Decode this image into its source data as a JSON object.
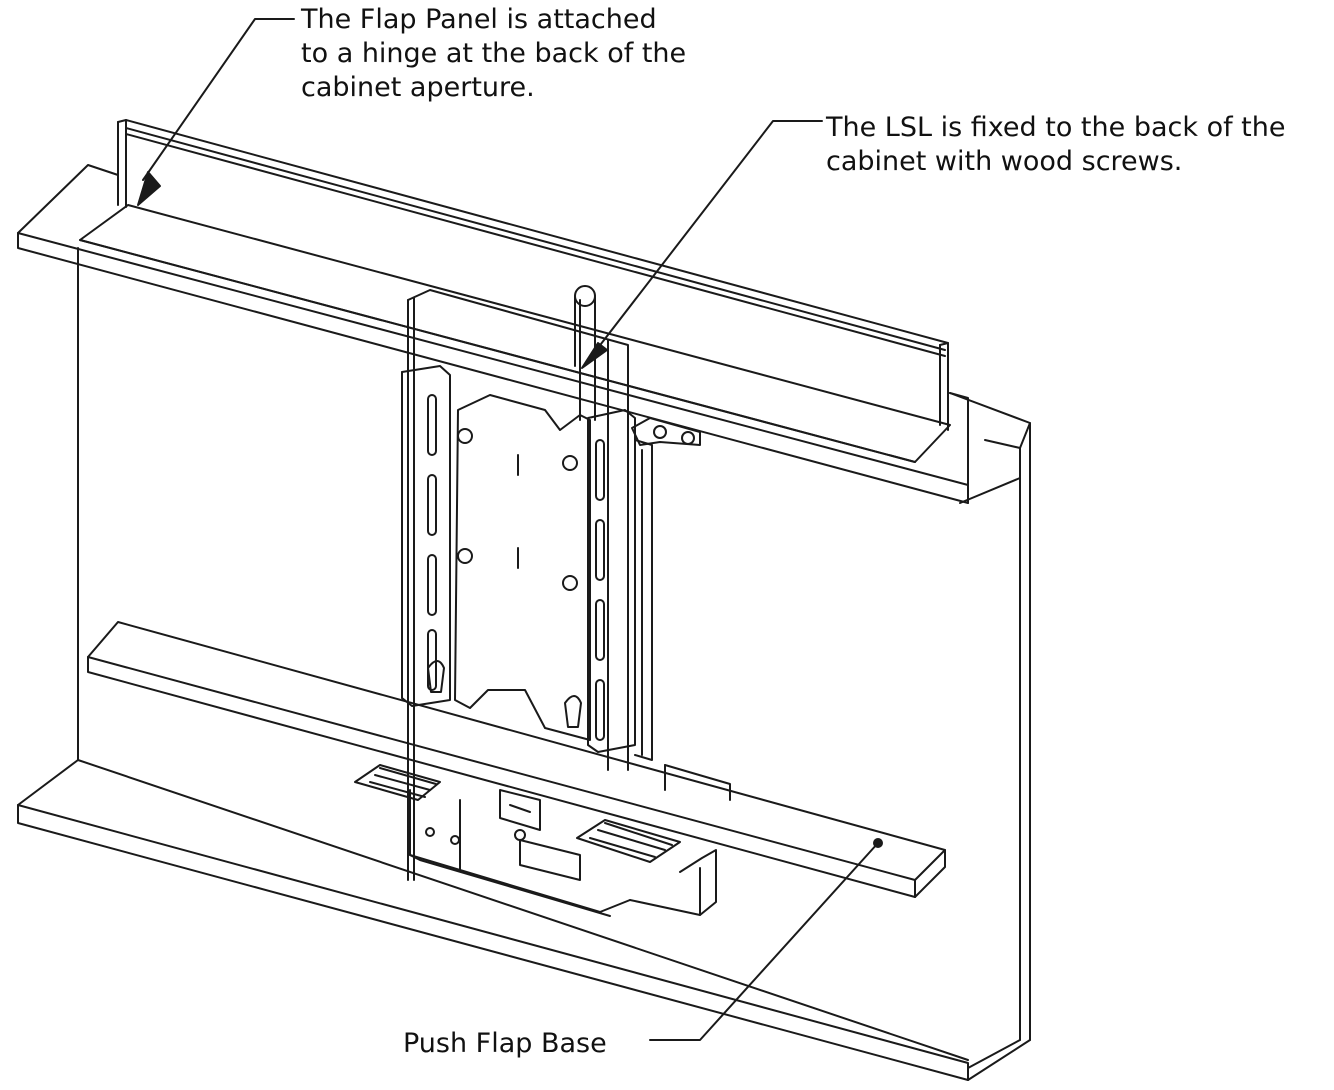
{
  "callouts": {
    "flap_panel": {
      "lines": [
        "The Flap Panel is attached",
        "to a hinge at the back of the",
        "cabinet aperture."
      ]
    },
    "lsl": {
      "lines": [
        "The LSL is fixed to the back of the",
        "cabinet with wood screws."
      ]
    },
    "push_flap_base": {
      "lines": [
        "Push Flap Base"
      ]
    }
  },
  "colors": {
    "line": "#1a1a1a",
    "background": "#ffffff"
  }
}
